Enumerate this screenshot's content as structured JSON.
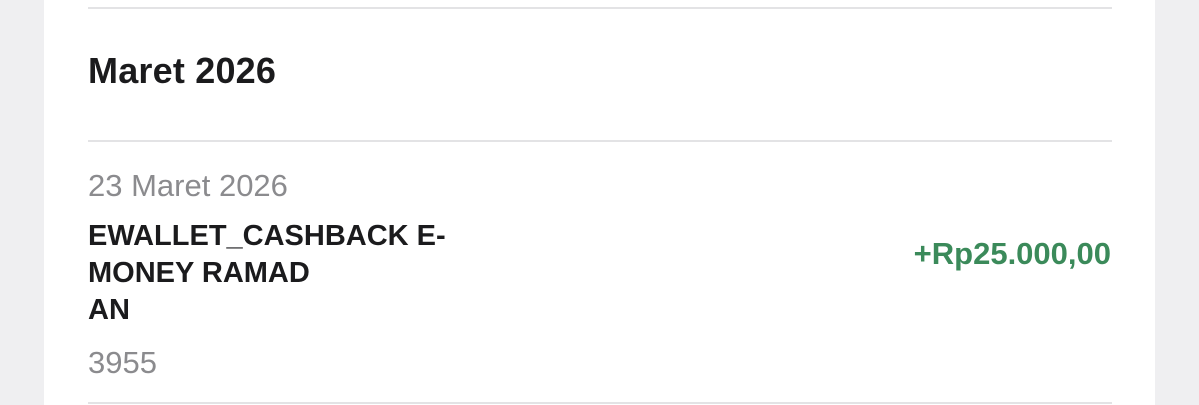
{
  "section": {
    "month_title": "Maret 2026"
  },
  "transaction": {
    "date": "23 Maret 2026",
    "description_lines": [
      "EWALLET_CASHBACK E-",
      "MONEY RAMAD",
      "AN"
    ],
    "reference": "3955",
    "amount": "+Rp25.000,00",
    "amount_color": "#3b8a5a"
  }
}
